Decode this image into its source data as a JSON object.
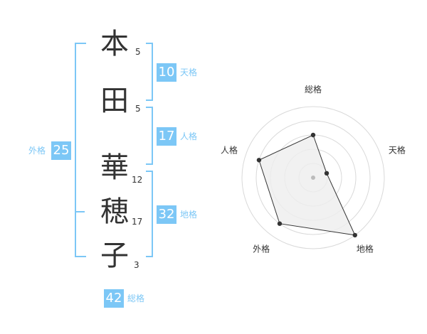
{
  "name": {
    "characters": [
      {
        "char": "本",
        "strokes": "5"
      },
      {
        "char": "田",
        "strokes": "5"
      },
      {
        "char": "華",
        "strokes": "12"
      },
      {
        "char": "穂",
        "strokes": "17"
      },
      {
        "char": "子",
        "strokes": "3"
      }
    ]
  },
  "fortune": {
    "tenkaku": {
      "value": "10",
      "label": "天格"
    },
    "jinkaku": {
      "value": "17",
      "label": "人格"
    },
    "chikaku": {
      "value": "32",
      "label": "地格"
    },
    "gaikaku": {
      "value": "25",
      "label": "外格"
    },
    "soukaku": {
      "value": "42",
      "label": "総格"
    }
  },
  "colors": {
    "accent": "#7cc7f6",
    "text": "#333333",
    "grid": "#d9d9d9",
    "fill": "#eeeeee"
  },
  "chart_data": {
    "type": "radar",
    "axes": [
      "総格",
      "天格",
      "地格",
      "外格",
      "人格"
    ],
    "values": [
      3,
      1,
      5,
      4,
      4
    ],
    "range": [
      0,
      5
    ],
    "grid": true
  }
}
